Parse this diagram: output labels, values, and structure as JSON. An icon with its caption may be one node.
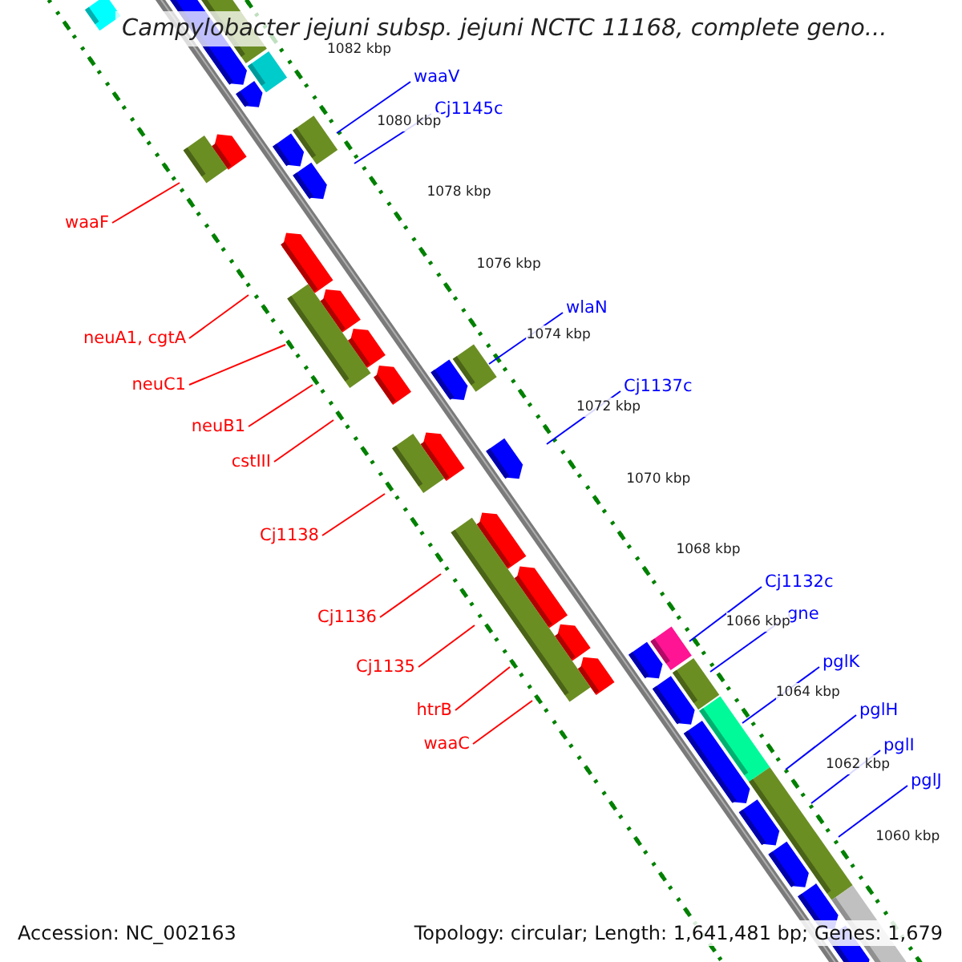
{
  "diagram": {
    "title": "Campylobacter jejuni subsp. jejuni NCTC 11168, complete geno...",
    "nodes": [
      {
        "text": [
          "waaF"
        ]
      },
      {
        "text": [
          "neuA1, cgtA"
        ]
      },
      {
        "text": [
          "neuC1"
        ]
      },
      {
        "text": [
          "neuB1"
        ]
      },
      {
        "text": [
          "cstIII"
        ]
      },
      {
        "text": [
          "Cj1138"
        ]
      },
      {
        "text": [
          "Cj1136"
        ]
      },
      {
        "text": [
          "Cj1135"
        ]
      },
      {
        "text": [
          "htrB"
        ]
      },
      {
        "text": [
          "waaC"
        ]
      },
      {
        "text": [
          "waaV"
        ]
      },
      {
        "text": [
          "Cj1145c"
        ]
      },
      {
        "text": [
          "wlaN"
        ]
      },
      {
        "text": [
          "Cj1137c"
        ]
      },
      {
        "text": [
          "Cj1132c"
        ]
      },
      {
        "text": [
          "gne"
        ]
      },
      {
        "text": [
          "pglK"
        ]
      },
      {
        "text": [
          "pglH"
        ]
      },
      {
        "text": [
          "pglI"
        ]
      },
      {
        "text": [
          "pglJ"
        ]
      }
    ],
    "edges": [
      {
        "from": 0,
        "to": null,
        "arrow": "none"
      },
      {
        "from": 1,
        "to": null,
        "arrow": "none"
      },
      {
        "from": 2,
        "to": null,
        "arrow": "none"
      },
      {
        "from": 3,
        "to": null,
        "arrow": "none"
      },
      {
        "from": 4,
        "to": null,
        "arrow": "none"
      },
      {
        "from": 5,
        "to": null,
        "arrow": "none"
      },
      {
        "from": 6,
        "to": null,
        "arrow": "none"
      },
      {
        "from": 7,
        "to": null,
        "arrow": "none"
      },
      {
        "from": 8,
        "to": null,
        "arrow": "none"
      },
      {
        "from": 9,
        "to": null,
        "arrow": "none"
      },
      {
        "from": 10,
        "to": null,
        "arrow": "none",
        "color": "#0000ff"
      },
      {
        "from": 11,
        "to": null,
        "arrow": "none",
        "color": "#0000ff"
      },
      {
        "from": 12,
        "to": null,
        "arrow": "none",
        "color": "#0000ff"
      },
      {
        "from": 13,
        "to": null,
        "arrow": "none",
        "color": "#0000ff"
      },
      {
        "from": 14,
        "to": null,
        "arrow": "none",
        "color": "#0000ff"
      },
      {
        "from": 15,
        "to": null,
        "arrow": "none",
        "color": "#0000ff"
      },
      {
        "from": 16,
        "to": null,
        "arrow": "none",
        "color": "#0000ff"
      },
      {
        "from": 17,
        "to": null,
        "arrow": "none",
        "color": "#0000ff"
      },
      {
        "from": 18,
        "to": null,
        "arrow": "none",
        "color": "#0000ff"
      },
      {
        "from": 19,
        "to": null,
        "arrow": "none",
        "color": "#0000ff"
      }
    ],
    "labels": [
      "1082 kbp",
      "1080 kbp",
      "1078 kbp",
      "1076 kbp",
      "1074 kbp",
      "1072 kbp",
      "1070 kbp",
      "1068 kbp",
      "1066 kbp",
      "1064 kbp",
      "1062 kbp",
      "1060 kbp",
      "Accession: NC_002163",
      "Topology: circular; Length: 1,641,481 bp; Genes: 1,679"
    ]
  }
}
